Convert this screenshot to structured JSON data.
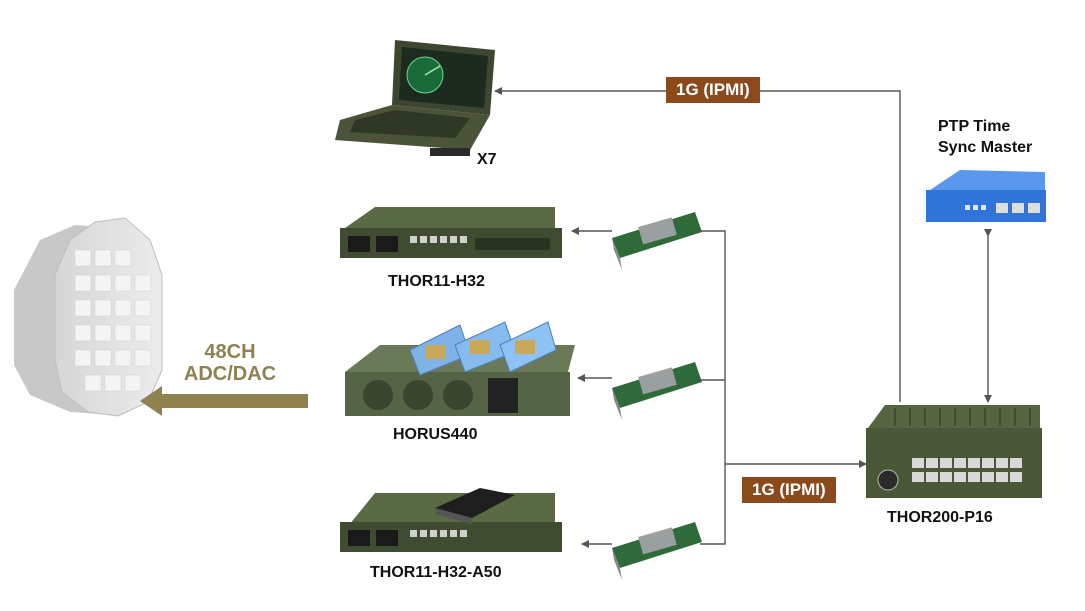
{
  "devices": {
    "laptop": "X7",
    "server1": "THOR11-H32",
    "server2": "HORUS440",
    "server3": "THOR11-H32-A50",
    "switch": "THOR200-P16",
    "ptp_line1": "PTP Time",
    "ptp_line2": "Sync Master"
  },
  "links": {
    "top": "1G (IPMI)",
    "bottom": "1G (IPMI)",
    "adc_line1": "48CH",
    "adc_line2": "ADC/DAC"
  },
  "colors": {
    "tag": "#8a4a1c",
    "olive": "#8f8150",
    "chassis": "#4e5c3c",
    "line": "#555555",
    "ptp_blue": "#2f74d8"
  },
  "icons": {
    "antenna": "octagon-antenna-array-icon",
    "laptop": "rugged-laptop-icon",
    "server": "rack-server-icon",
    "nic": "network-card-icon",
    "gpu": "gpu-card-icon",
    "switch": "network-switch-icon",
    "ptp": "ptp-grandmaster-icon"
  }
}
